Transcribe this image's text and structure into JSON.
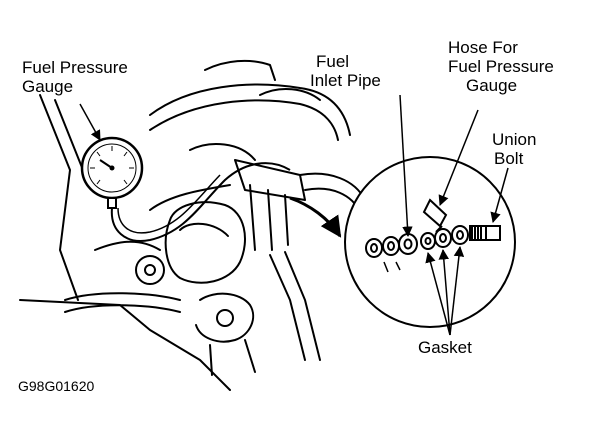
{
  "labels": {
    "fuel_pressure_gauge": [
      "Fuel Pressure",
      "Gauge"
    ],
    "fuel_inlet_pipe": [
      "Fuel",
      "Inlet Pipe"
    ],
    "hose_for_gauge": [
      "Hose For",
      "Fuel Pressure",
      "Gauge"
    ],
    "union_bolt": [
      "Union",
      "Bolt"
    ],
    "gasket": "Gasket"
  },
  "figure_code": "G98G01620",
  "colors": {
    "ink": "#000000",
    "paper": "#ffffff"
  }
}
